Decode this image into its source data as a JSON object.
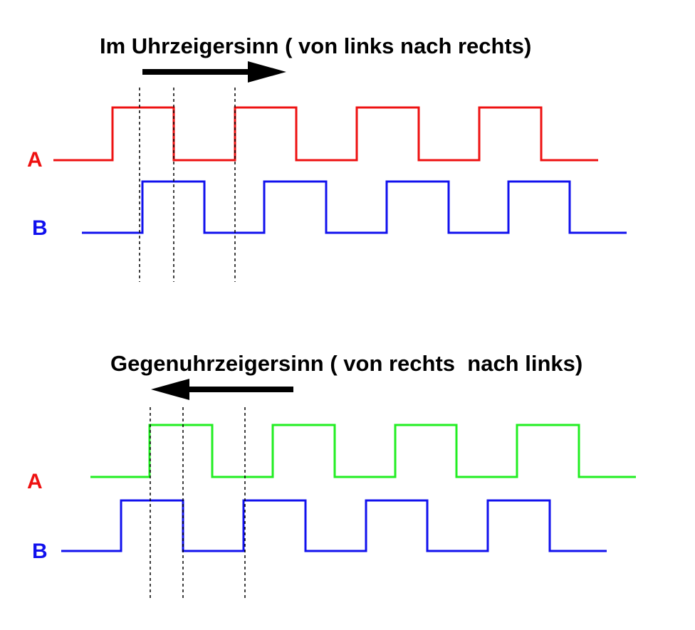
{
  "diagram": {
    "clockwise": {
      "title": "Im Uhrzeigersinn ( von links nach rechts)",
      "arrow_direction": "right",
      "signal_a": {
        "label": "A",
        "label_color": "#ee1111",
        "wave_color": "#ee1111"
      },
      "signal_b": {
        "label": "B",
        "label_color": "#1111ee",
        "wave_color": "#1111ee"
      }
    },
    "counterclockwise": {
      "title": "Gegenuhrzeigersinn ( von rechts  nach links)",
      "arrow_direction": "left",
      "signal_a": {
        "label": "A",
        "label_color": "#ee1111",
        "wave_color": "#22ee22"
      },
      "signal_b": {
        "label": "B",
        "label_color": "#1111ee",
        "wave_color": "#1111ee"
      }
    }
  }
}
